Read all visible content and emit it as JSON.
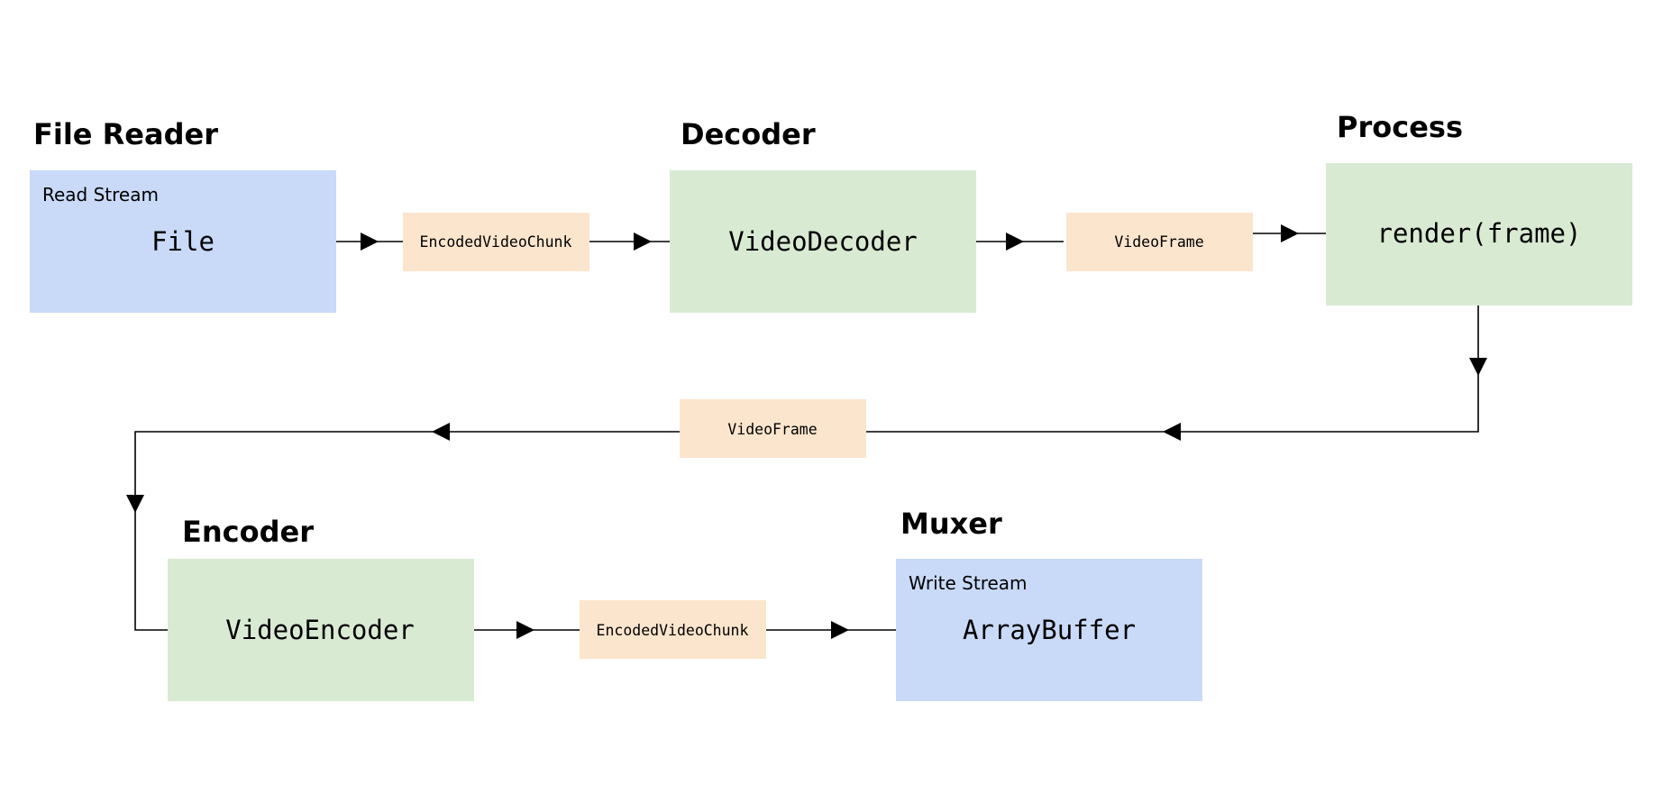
{
  "colors": {
    "io_box": "#c9daf8",
    "stage_box": "#d9ead3",
    "data_chip": "#fce5cd",
    "line": "#000000"
  },
  "stages": {
    "file_reader": {
      "title": "File Reader",
      "sublabel": "Read Stream",
      "label": "File"
    },
    "decoder": {
      "title": "Decoder",
      "label": "VideoDecoder"
    },
    "process": {
      "title": "Process",
      "label": "render(frame)"
    },
    "encoder": {
      "title": "Encoder",
      "label": "VideoEncoder"
    },
    "muxer": {
      "title": "Muxer",
      "sublabel": "Write Stream",
      "label": "ArrayBuffer"
    }
  },
  "data_chips": {
    "reader_to_decoder": "EncodedVideoChunk",
    "decoder_to_process": "VideoFrame",
    "process_to_encoder": "VideoFrame",
    "encoder_to_muxer": "EncodedVideoChunk"
  },
  "edges": [
    {
      "from": "file_reader",
      "to": "decoder",
      "label": "EncodedVideoChunk"
    },
    {
      "from": "decoder",
      "to": "process",
      "label": "VideoFrame"
    },
    {
      "from": "process",
      "to": "encoder",
      "label": "VideoFrame"
    },
    {
      "from": "encoder",
      "to": "muxer",
      "label": "EncodedVideoChunk"
    }
  ]
}
